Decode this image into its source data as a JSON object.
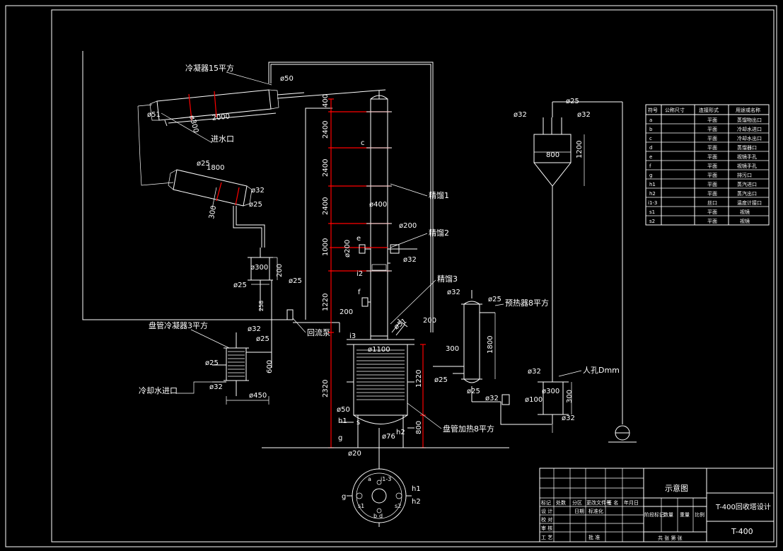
{
  "dimensions": {
    "d50": "ø50",
    "d50b": "ø50",
    "d51": "ø51",
    "d300a": "ø300",
    "l2000": "2000",
    "d25a": "ø25",
    "l1800a": "1800",
    "d32a": "ø32",
    "d25b": "ø25",
    "l300a": "300",
    "d300b": "ø300",
    "l200a": "200",
    "d25c": "ø25",
    "d25d": "ø25",
    "l258": "258",
    "d32b": "ø32",
    "d25e": "ø25",
    "d25f": "ø25",
    "l600": "600",
    "d32c": "ø32",
    "d450": "ø450",
    "h400": "400",
    "h2400a": "2400",
    "h2400b": "2400",
    "h2400c": "2400",
    "h1000": "1000",
    "h1220a": "1220",
    "h2320": "2320",
    "d400": "ø400",
    "d200a": "ø200",
    "d200b": "ø200",
    "d32d": "ø32",
    "l200b": "200",
    "d51b": "ø51",
    "d1100": "ø1100",
    "h1220b": "1220",
    "h800": "800",
    "l200c": "200",
    "d20": "ø20",
    "d76": "ø76",
    "d25g": "ø25",
    "d32e": "ø32",
    "d25h": "ø25",
    "l1800b": "1800",
    "l300b": "300",
    "d25i": "ø25",
    "d32f": "ø32",
    "d25j": "ø25",
    "d32g": "ø32",
    "d32h": "ø32",
    "l800": "800",
    "h1200": "1200",
    "d32i": "ø32",
    "d300c": "ø300",
    "d100": "ø100",
    "l300c": "300",
    "d32j": "ø32"
  },
  "letters": {
    "c": "c",
    "e": "e",
    "f": "f",
    "i2": "i2",
    "i3": "i3",
    "h1": "h1",
    "h2": "h2",
    "g": "g",
    "s": "s",
    "g2": "g",
    "h1b": "h1",
    "h2b": "h2",
    "b": "b",
    "d": "d",
    "s1": "s1",
    "s2": "s2",
    "i13": "i1-3",
    "a": "a"
  },
  "labels": {
    "condenser15": "冷凝器15平方",
    "water_inlet": "进水口",
    "coil_condenser": "盘管冷凝器3平方",
    "cooling_water_inlet": "冷却水进口",
    "reflux_pump": "回流泵",
    "section1": "精馏1",
    "section2": "精馏2",
    "section3": "精馏3",
    "preheater": "预热器8平方",
    "coil_heater": "盘管加热8平方",
    "manhole": "人孔Dmm"
  },
  "nozzle_table": {
    "headers": [
      "符号",
      "公称尺寸",
      "连接形式",
      "用途或名称"
    ],
    "rows": [
      [
        "a",
        "",
        "平面",
        "蒸馏物出口"
      ],
      [
        "b",
        "",
        "平面",
        "冷却水进口"
      ],
      [
        "c",
        "",
        "平面",
        "冷却水出口"
      ],
      [
        "d",
        "",
        "平面",
        "蒸馏器口"
      ],
      [
        "e",
        "",
        "平面",
        "视镜手孔"
      ],
      [
        "f",
        "",
        "平面",
        "视镜手孔"
      ],
      [
        "g",
        "",
        "平面",
        "排污口"
      ],
      [
        "h1",
        "",
        "平面",
        "蒸汽进口"
      ],
      [
        "h2",
        "",
        "平面",
        "蒸汽出口"
      ],
      [
        "i1-3",
        "",
        "丝口",
        "温度计接口"
      ],
      [
        "s1",
        "",
        "平面",
        "视镜"
      ],
      [
        "s2",
        "",
        "平面",
        "视镜"
      ]
    ]
  },
  "title_block": {
    "drawing_name": "示意图",
    "project_title": "T-400回收塔设计",
    "drawing_no": "T-400",
    "r1": [
      "标记",
      "处数",
      "分区",
      "更改文件号",
      "签 名",
      "年月日"
    ],
    "r2": [
      "设 计",
      "",
      "日期",
      "标准化"
    ],
    "r3": [
      "校 对"
    ],
    "r4": [
      "审 核"
    ],
    "r5": [
      "工 艺",
      "",
      "批 准"
    ],
    "mid_headers": [
      "阶段标记",
      "数量",
      "重量",
      "比例"
    ],
    "sheet_text": "共 张 第 张"
  }
}
